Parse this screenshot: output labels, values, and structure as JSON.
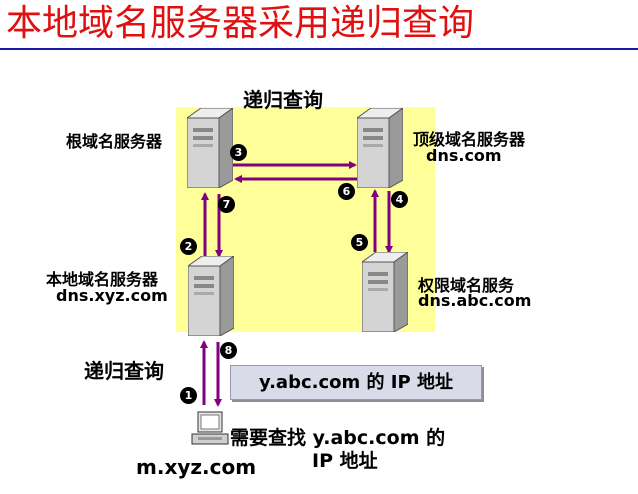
{
  "title": "本地域名服务器采用递归查询",
  "diagram": {
    "top_label": "递归查询",
    "left_label": "递归查询",
    "root_server": {
      "label": "根域名服务器"
    },
    "tld_server": {
      "label": "顶级域名服务器",
      "host": "dns.com"
    },
    "local_server": {
      "label": "本地域名服务器",
      "host": "dns.xyz.com"
    },
    "auth_server": {
      "label": "权限域名服务",
      "host": "dns.abc.com"
    },
    "client": {
      "host": "m.xyz.com",
      "request_line1": "需要查找 y.abc.com 的",
      "request_line2": "IP 地址"
    },
    "answer": "y.abc.com 的 IP 地址",
    "steps": [
      "1",
      "2",
      "3",
      "4",
      "5",
      "6",
      "7",
      "8"
    ],
    "colors": {
      "arrow": "#800080",
      "title": "#e01010",
      "panel": "#ffff99"
    }
  }
}
